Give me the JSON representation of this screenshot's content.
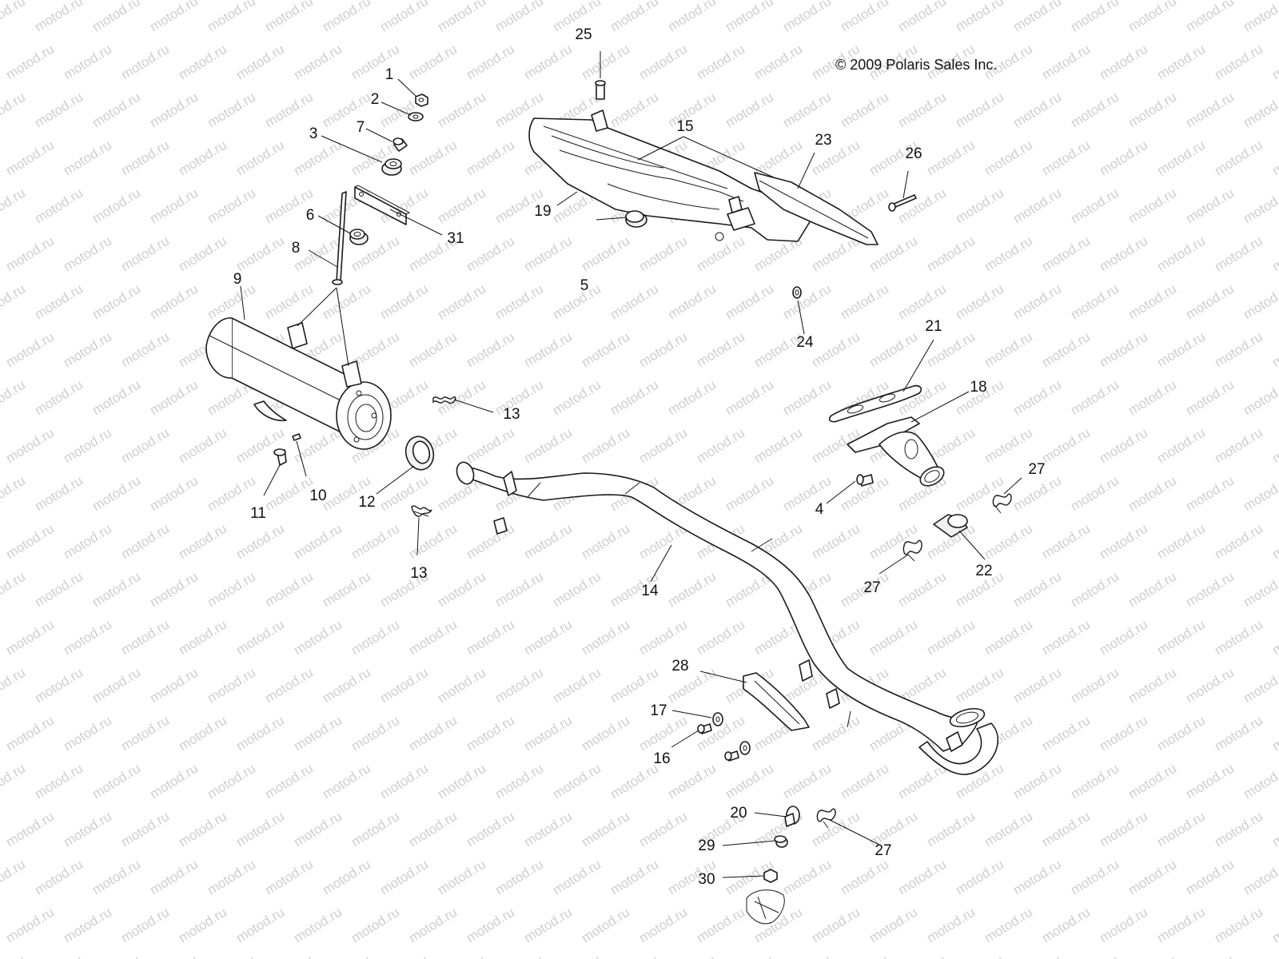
{
  "copyright": "© 2009 Polaris Sales Inc.",
  "watermark": "motod.ru",
  "colors": {
    "line": "#1a1a1a",
    "watermark": "#cfcfcf",
    "background": "#ffffff"
  },
  "callouts": [
    {
      "id": "c1",
      "label": "1"
    },
    {
      "id": "c2",
      "label": "2"
    },
    {
      "id": "c3",
      "label": "3"
    },
    {
      "id": "c4",
      "label": "4"
    },
    {
      "id": "c5",
      "label": "5"
    },
    {
      "id": "c6",
      "label": "6"
    },
    {
      "id": "c7",
      "label": "7"
    },
    {
      "id": "c8",
      "label": "8"
    },
    {
      "id": "c9",
      "label": "9"
    },
    {
      "id": "c10",
      "label": "10"
    },
    {
      "id": "c11",
      "label": "11"
    },
    {
      "id": "c12",
      "label": "12"
    },
    {
      "id": "c13a",
      "label": "13"
    },
    {
      "id": "c13b",
      "label": "13"
    },
    {
      "id": "c14",
      "label": "14"
    },
    {
      "id": "c15",
      "label": "15"
    },
    {
      "id": "c16",
      "label": "16"
    },
    {
      "id": "c17",
      "label": "17"
    },
    {
      "id": "c18",
      "label": "18"
    },
    {
      "id": "c19",
      "label": "19"
    },
    {
      "id": "c20",
      "label": "20"
    },
    {
      "id": "c21",
      "label": "21"
    },
    {
      "id": "c22",
      "label": "22"
    },
    {
      "id": "c23",
      "label": "23"
    },
    {
      "id": "c24",
      "label": "24"
    },
    {
      "id": "c25",
      "label": "25"
    },
    {
      "id": "c26",
      "label": "26"
    },
    {
      "id": "c27a",
      "label": "27"
    },
    {
      "id": "c27b",
      "label": "27"
    },
    {
      "id": "c27c",
      "label": "27"
    },
    {
      "id": "c28",
      "label": "28"
    },
    {
      "id": "c29",
      "label": "29"
    },
    {
      "id": "c30",
      "label": "30"
    },
    {
      "id": "c31",
      "label": "31"
    }
  ]
}
